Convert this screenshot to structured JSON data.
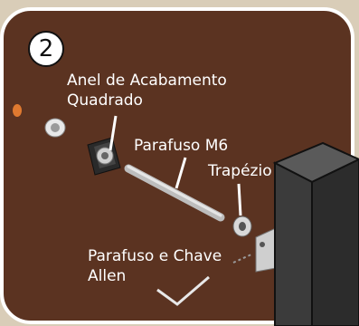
{
  "step": {
    "number": "2"
  },
  "labels": {
    "anel": "Anel de Acabamento\nQuadrado",
    "parafuso_m6": "Parafuso M6",
    "trapezio": "Trapézio",
    "allen": "Parafuso e Chave\nAllen"
  },
  "colors": {
    "wall": "#5b3321",
    "frame": "#ffffff",
    "post": "#3a3a3a",
    "background": "#d9cdb8"
  }
}
